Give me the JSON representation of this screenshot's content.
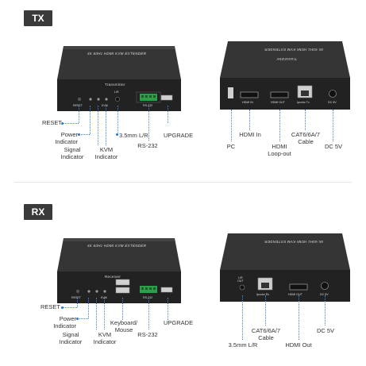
{
  "sections": {
    "tx": "TX",
    "rx": "RX"
  },
  "tx": {
    "transmitter": {
      "top_text": "4K 60Hz HDMI KVM EXTENDER",
      "model_text": "Transmitter",
      "port_labels": [
        "RESET",
        "KVM",
        "L/R",
        "RS-232"
      ],
      "callouts": {
        "reset": "RESET",
        "power": "Power\nIndicator",
        "signal": "Signal\nIndicator",
        "kvm": "KVM\nIndicator",
        "audio": "3.5mm L/R",
        "rs232": "RS-232",
        "upgrade": "UPGRADE"
      }
    },
    "rear": {
      "top_text": "4K 60Hz HDMI KVM EXTENDER",
      "model_text": "Transmitter",
      "port_labels": [
        "HDMI IN",
        "HDMI OUT",
        "Ipcolor Tx",
        "DC 5V"
      ],
      "callouts": {
        "pc": "PC",
        "hdmi_in": "HDMI In",
        "hdmi_loop": "HDMI\nLoop-out",
        "cable": "CAT6/6A/7\nCable",
        "dc": "DC 5V"
      }
    }
  },
  "rx": {
    "receiver": {
      "top_text": "4K 60Hz HDMI KVM EXTENDER",
      "model_text": "Receiver",
      "port_labels": [
        "RESET",
        "KVM",
        "RS-232"
      ],
      "callouts": {
        "reset": "RESET",
        "power": "Power\nIndicator",
        "signal": "Signal\nIndicator",
        "kvm": "KVM\nIndicator",
        "keyboard": "Keyboard/\nMouse",
        "rs232": "RS-232",
        "upgrade": "UPGRADE"
      }
    },
    "rear": {
      "top_text": "4K 60Hz HDMI KVM EXTENDER",
      "port_labels": [
        "L/R\nOUT",
        "Ipcolor Rx",
        "HDMI OUT",
        "DC 5V"
      ],
      "callouts": {
        "audio": "3.5mm L/R",
        "cable": "CAT6/6A/7\nCable",
        "hdmi_out": "HDMI Out",
        "dc": "DC 5V"
      }
    }
  },
  "colors": {
    "tag_bg": "#3a3a3a",
    "device": "#262626",
    "callout_line": "#3a7fd0",
    "terminal_green": "#2f9e4a"
  }
}
